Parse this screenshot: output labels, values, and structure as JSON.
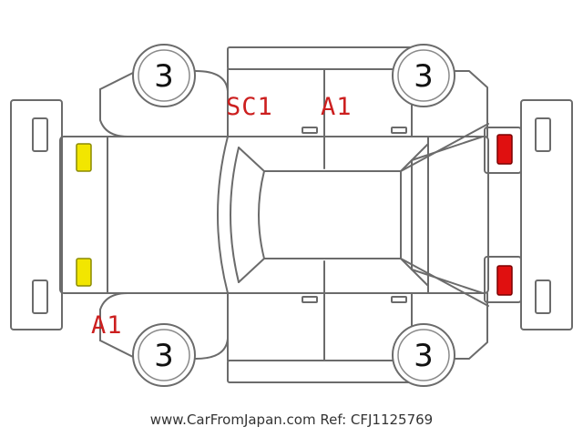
{
  "diagram": {
    "wheel_grades": {
      "front_left": "3",
      "front_right": "3",
      "rear_left": "3",
      "rear_right": "3"
    },
    "damage_marks": {
      "left_front_door": "SC1",
      "left_rear_door": "A1",
      "right_front_corner": "A1"
    },
    "lamp_colors": {
      "front": "#f2e600",
      "rear": "#e01010"
    }
  },
  "footer": "www.CarFromJapan.com Ref: CFJ1125769"
}
